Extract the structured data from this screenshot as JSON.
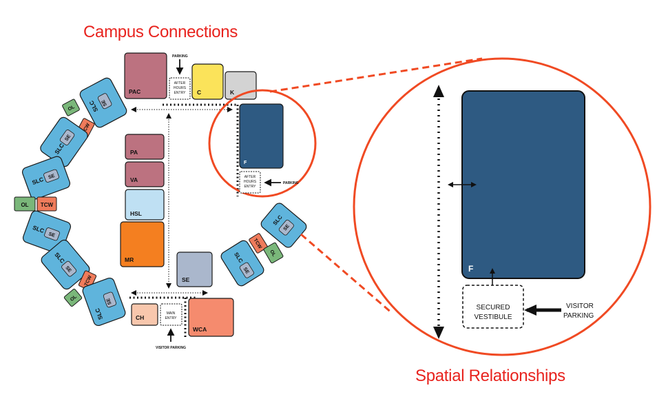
{
  "titles": {
    "campus": "Campus Connections",
    "spatial": "Spatial Relationships"
  },
  "colors": {
    "title_red": "#e8231e",
    "highlight_circle": "#f04a23",
    "slc_blue": "#5fb4dc",
    "se_gray": "#aab7cc",
    "ol_green": "#7ab77a",
    "tcw_orange": "#ef7b5b",
    "pac_mauve": "#bc7280",
    "c_yellow": "#fbe35a",
    "k_gray": "#d3d3d3",
    "f_navy": "#2e5a82",
    "hsl_lightblue": "#bfe0f3",
    "mr_orange": "#f47f20",
    "ch_peach": "#f8c7ad",
    "wca_salmon": "#f58b6e"
  },
  "labels": {
    "parking": "PARKING",
    "after": "AFTER",
    "hours": "HOURS",
    "entry": "ENTRY",
    "main": "MAIN",
    "visitor_parking_small": "VISITOR PARKING",
    "secured": "SECURED",
    "vestibule": "VESTIBULE",
    "visitor": "VISITOR",
    "parking_large": "PARKING",
    "slc": "SLC",
    "se": "SE",
    "ol": "OL",
    "tcw": "TCW"
  },
  "buildings": {
    "pac": "PAC",
    "c": "C",
    "k": "K",
    "f": "F",
    "pa": "PA",
    "va": "VA",
    "hsl": "HSL",
    "mr": "MR",
    "se": "SE",
    "ch": "CH",
    "wca": "WCA",
    "f_zoom": "F"
  }
}
